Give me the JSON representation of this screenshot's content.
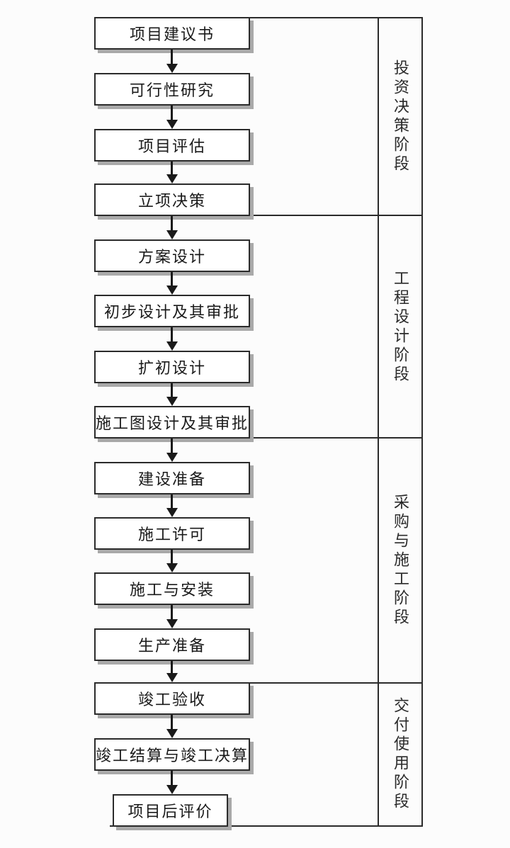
{
  "flowchart": {
    "steps": [
      {
        "label": "项目建议书"
      },
      {
        "label": "可行性研究"
      },
      {
        "label": "项目评估"
      },
      {
        "label": "立项决策"
      },
      {
        "label": "方案设计"
      },
      {
        "label": "初步设计及其审批"
      },
      {
        "label": "扩初设计"
      },
      {
        "label": "施工图设计及其审批"
      },
      {
        "label": "建设准备"
      },
      {
        "label": "施工许可"
      },
      {
        "label": "施工与安装"
      },
      {
        "label": "生产准备"
      },
      {
        "label": "竣工验收"
      },
      {
        "label": "竣工结算与竣工决算"
      },
      {
        "label": "项目后评价"
      }
    ],
    "phases": [
      {
        "label": "投资决策阶段",
        "step_indexes": [
          1,
          2,
          3,
          4
        ]
      },
      {
        "label": "工程设计阶段",
        "step_indexes": [
          5,
          6,
          7,
          8
        ]
      },
      {
        "label": "采购与施工阶段",
        "step_indexes": [
          9,
          10,
          11,
          12
        ]
      },
      {
        "label": "交付使用阶段",
        "step_indexes": [
          13,
          14,
          15
        ]
      }
    ],
    "colors": {
      "line": "#2b2b2b",
      "arrow": "#1a1a1a",
      "shadow": "#a9a9a9",
      "box_background": "#ffffff",
      "page_background": "#fcfcfc",
      "text": "#1a1a1a"
    }
  }
}
